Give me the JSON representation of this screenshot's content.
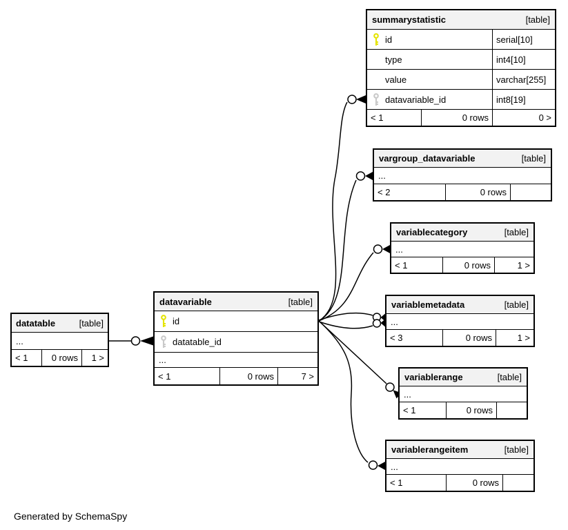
{
  "note": "Generated by SchemaSpy",
  "colors": {
    "header_bg": "#f2f2f2",
    "border": "#000000",
    "pk_key": "#e4e400",
    "fk_key": "#c9c9c9"
  },
  "icons": {
    "primary_key": "yellow-key-icon",
    "foreign_key": "gray-key-icon"
  },
  "tables": {
    "summarystatistic": {
      "name": "summarystatistic",
      "tag": "[table]",
      "columns": [
        {
          "name": "id",
          "type": "serial[10]",
          "key": "pk"
        },
        {
          "name": "type",
          "type": "int4[10]",
          "key": ""
        },
        {
          "name": "value",
          "type": "varchar[255]",
          "key": ""
        },
        {
          "name": "datavariable_id",
          "type": "int8[19]",
          "key": "fk"
        }
      ],
      "footer": {
        "left": "< 1",
        "rows": "0 rows",
        "right": "0 >"
      }
    },
    "vargroup_datavariable": {
      "name": "vargroup_datavariable",
      "tag": "[table]",
      "ellipsis": "...",
      "footer": {
        "left": "< 2",
        "rows": "0 rows",
        "right": ""
      }
    },
    "variablecategory": {
      "name": "variablecategory",
      "tag": "[table]",
      "ellipsis": "...",
      "footer": {
        "left": "< 1",
        "rows": "0 rows",
        "right": "1 >"
      }
    },
    "variablemetadata": {
      "name": "variablemetadata",
      "tag": "[table]",
      "ellipsis": "...",
      "footer": {
        "left": "< 3",
        "rows": "0 rows",
        "right": "1 >"
      }
    },
    "variablerange": {
      "name": "variablerange",
      "tag": "[table]",
      "ellipsis": "...",
      "footer": {
        "left": "< 1",
        "rows": "0 rows",
        "right": ""
      }
    },
    "variablerangeitem": {
      "name": "variablerangeitem",
      "tag": "[table]",
      "ellipsis": "...",
      "footer": {
        "left": "< 1",
        "rows": "0 rows",
        "right": ""
      }
    },
    "datavariable": {
      "name": "datavariable",
      "tag": "[table]",
      "columns": [
        {
          "name": "id",
          "key": "pk"
        },
        {
          "name": "datatable_id",
          "key": "fk"
        }
      ],
      "ellipsis": "...",
      "footer": {
        "left": "< 1",
        "rows": "0 rows",
        "right": "7 >"
      }
    },
    "datatable": {
      "name": "datatable",
      "tag": "[table]",
      "ellipsis": "...",
      "footer": {
        "left": "< 1",
        "rows": "0 rows",
        "right": "1 >"
      }
    }
  }
}
